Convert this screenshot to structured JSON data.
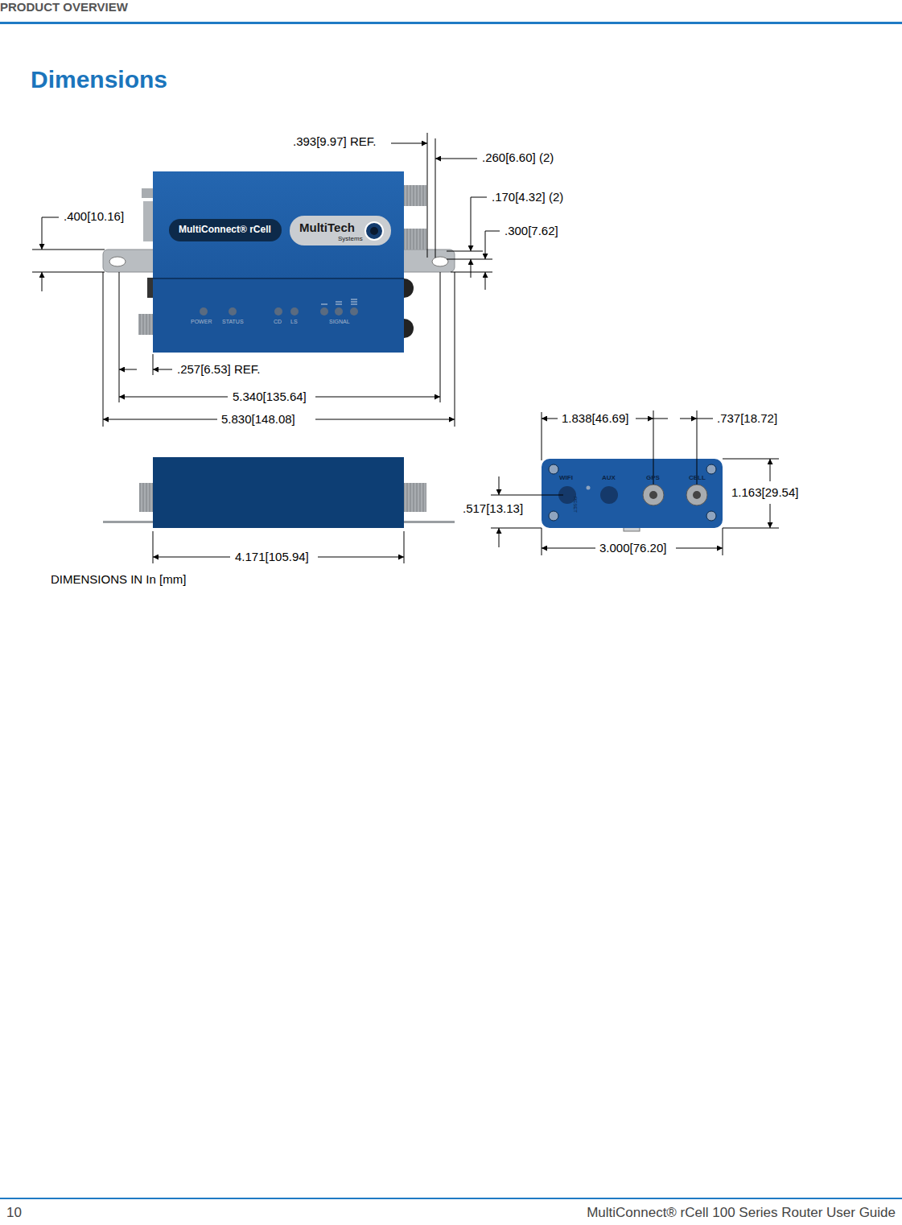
{
  "diagram": {
    "title": "Dimensions",
    "labels": [
      "PRODUCT OVERVIEW",
      ".393[9.97] REF.",
      ".260[6.60] (2)",
      ".170[4.32] (2)",
      ".400[10.16]",
      ".300[7.62]",
      "MultiConnect® rCell",
      "MultiTech",
      "Systems",
      "POWER",
      "STATUS",
      "CD",
      "LS",
      "SIGNAL",
      ".257[6.53] REF.",
      "5.340[135.64]",
      "5.830[148.08]",
      "1.838[46.69]",
      ".737[18.72]",
      "WIFI",
      "AUX",
      "GPS",
      "CELL",
      "RESET",
      ".517[13.13]",
      "1.163[29.54]",
      "4.171[105.94]",
      "3.000[76.20]",
      "DIMENSIONS IN In [mm]",
      "10",
      "MultiConnect® rCell 100 Series Router User Guide"
    ]
  }
}
